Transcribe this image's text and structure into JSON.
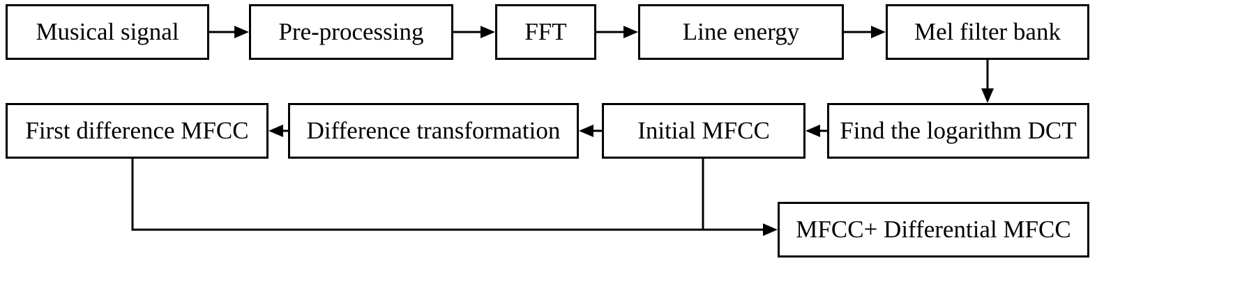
{
  "diagram": {
    "nodes": {
      "musical_signal": "Musical signal",
      "pre_processing": "Pre-processing",
      "fft": "FFT",
      "line_energy": "Line energy",
      "mel_filter_bank": "Mel filter bank",
      "find_logarithm_dct": "Find the logarithm DCT",
      "initial_mfcc": "Initial MFCC",
      "difference_transformation": "Difference transformation",
      "first_difference_mfcc": "First difference MFCC",
      "mfcc_differential_mfcc": "MFCC+ Differential MFCC"
    },
    "edges": [
      {
        "from": "musical_signal",
        "to": "pre_processing"
      },
      {
        "from": "pre_processing",
        "to": "fft"
      },
      {
        "from": "fft",
        "to": "line_energy"
      },
      {
        "from": "line_energy",
        "to": "mel_filter_bank"
      },
      {
        "from": "mel_filter_bank",
        "to": "find_logarithm_dct"
      },
      {
        "from": "find_logarithm_dct",
        "to": "initial_mfcc"
      },
      {
        "from": "initial_mfcc",
        "to": "difference_transformation"
      },
      {
        "from": "difference_transformation",
        "to": "first_difference_mfcc"
      },
      {
        "from": "first_difference_mfcc",
        "to": "mfcc_differential_mfcc"
      },
      {
        "from": "initial_mfcc",
        "to": "mfcc_differential_mfcc"
      }
    ],
    "colors": {
      "border": "#000000",
      "fill": "#ffffff",
      "text": "#000000",
      "background": "#ffffff"
    }
  }
}
